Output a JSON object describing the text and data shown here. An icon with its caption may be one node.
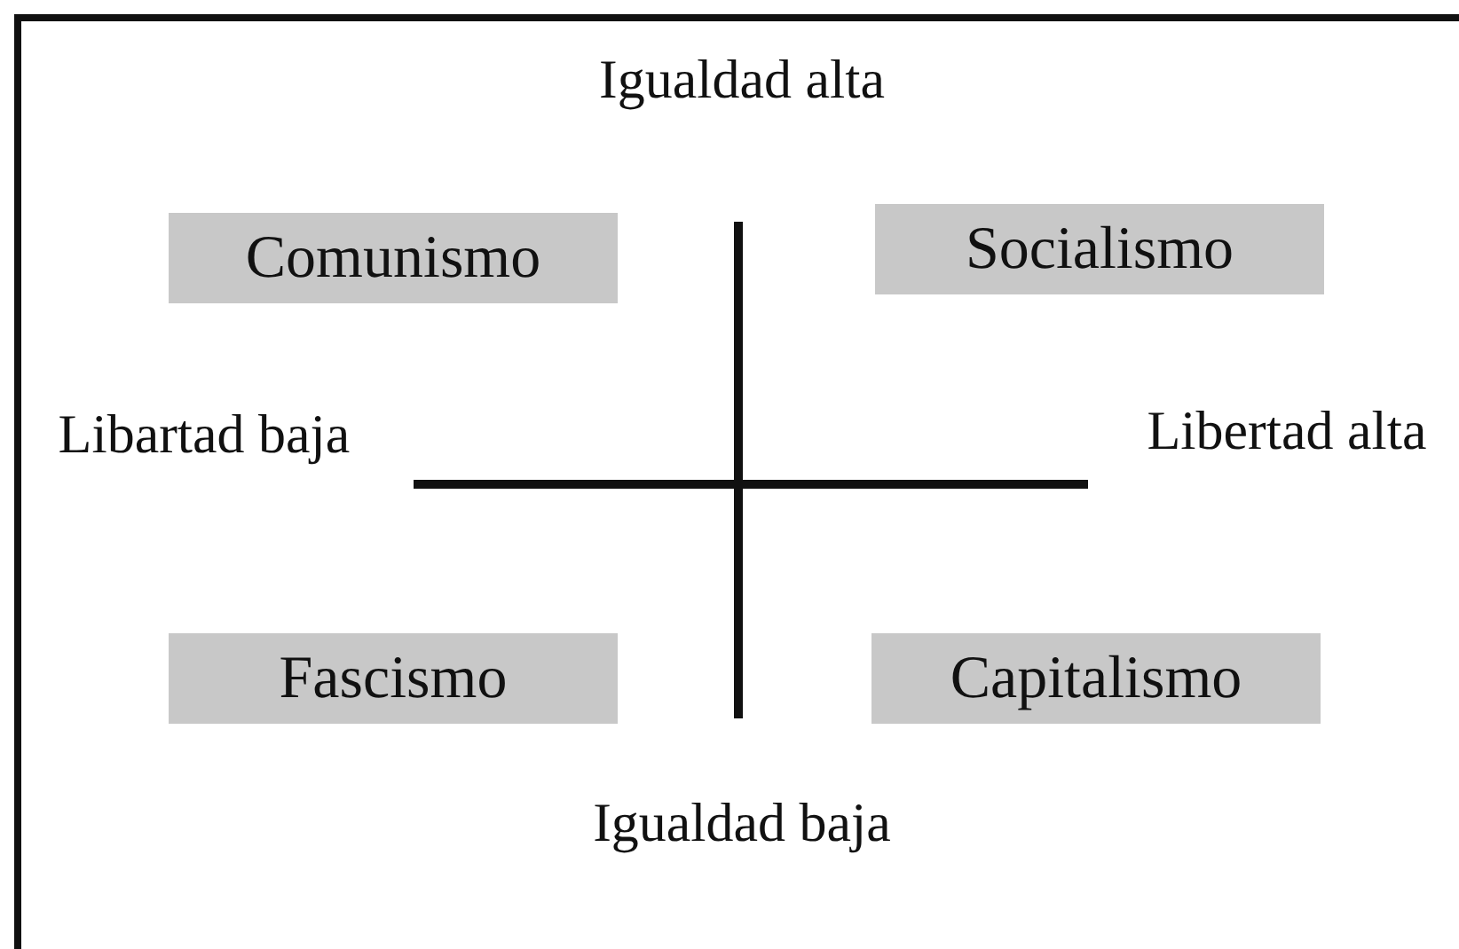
{
  "diagram": {
    "nodes": [
      {
        "text": [
          "Comunismo"
        ]
      },
      {
        "text": [
          "Socialismo"
        ]
      },
      {
        "text": [
          "Fascismo"
        ]
      },
      {
        "text": [
          "Capitalismo"
        ]
      }
    ],
    "labels": [
      "Igualdad alta",
      "Libartad baja",
      "Libertad alta",
      "Igualdad baja"
    ]
  }
}
